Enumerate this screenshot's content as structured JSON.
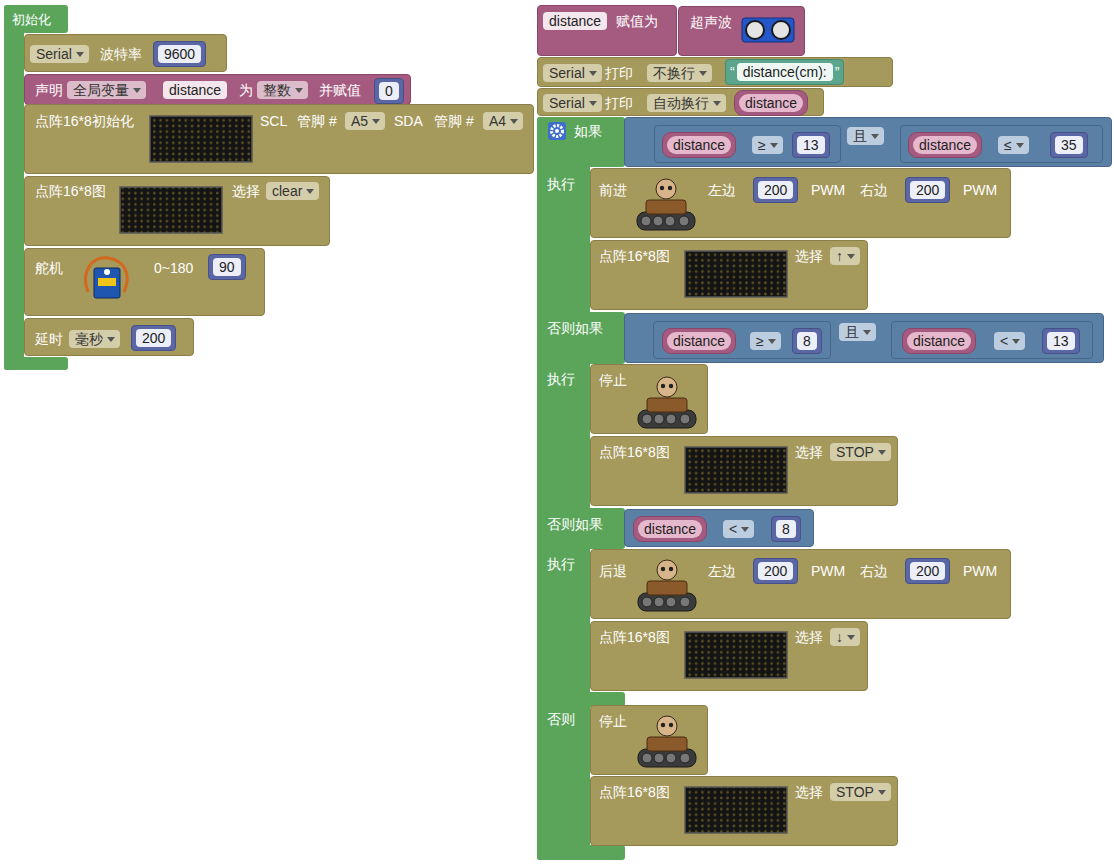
{
  "diagram": {
    "nodes": [
      {
        "text": [
          "初始化"
        ]
      },
      {
        "text": [
          "Serial",
          "波特率"
        ],
        "in": 0
      },
      {
        "text": [
          "9600"
        ],
        "in": 1
      },
      {
        "text": [
          "声明",
          "全局变量",
          "distance",
          "为",
          "整数",
          "并赋值"
        ],
        "in": 0
      },
      {
        "text": [
          "0"
        ],
        "in": 3
      },
      {
        "text": [
          "点阵16*8初始化",
          "SCL",
          "管脚 #",
          "A5",
          "SDA",
          "管脚 #",
          "A4"
        ],
        "in": 0
      },
      {
        "text": [
          "点阵16*8图",
          "选择",
          "clear"
        ],
        "in": 0
      },
      {
        "text": [
          "舵机",
          "0~180"
        ],
        "in": 0
      },
      {
        "text": [
          "90"
        ],
        "in": 7
      },
      {
        "text": [
          "延时",
          "毫秒"
        ],
        "in": 0
      },
      {
        "text": [
          "200"
        ],
        "in": 9
      },
      {
        "text": [
          "distance",
          "赋值为"
        ]
      },
      {
        "text": [
          "超声波"
        ],
        "in": 11
      },
      {
        "text": [
          "Serial",
          "打印",
          "不换行"
        ]
      },
      {
        "text": [
          "“",
          "distance(cm):",
          "”"
        ],
        "in": 13
      },
      {
        "text": [
          "Serial",
          "打印",
          "自动换行"
        ]
      },
      {
        "text": [
          "distance"
        ],
        "in": 15
      },
      {
        "text": [
          "如果",
          "执行",
          "否则如果",
          "执行",
          "否则如果",
          "执行",
          "否则"
        ]
      },
      {
        "text": [
          "且"
        ],
        "in": 17
      },
      {
        "text": [
          "≥"
        ],
        "in": 18
      },
      {
        "text": [
          "distance"
        ],
        "in": 19
      },
      {
        "text": [
          "13"
        ],
        "in": 19
      },
      {
        "text": [
          "≤"
        ],
        "in": 18
      },
      {
        "text": [
          "distance"
        ],
        "in": 22
      },
      {
        "text": [
          "35"
        ],
        "in": 22
      },
      {
        "text": [
          "前进",
          "左边",
          "PWM",
          "右边",
          "PWM"
        ],
        "in": 17
      },
      {
        "text": [
          "200"
        ],
        "in": 25
      },
      {
        "text": [
          "200"
        ],
        "in": 25
      },
      {
        "text": [
          "点阵16*8图",
          "选择",
          "↑"
        ],
        "in": 17
      },
      {
        "text": [
          "且"
        ],
        "in": 17
      },
      {
        "text": [
          "≥"
        ],
        "in": 29
      },
      {
        "text": [
          "distance"
        ],
        "in": 30
      },
      {
        "text": [
          "8"
        ],
        "in": 30
      },
      {
        "text": [
          "<"
        ],
        "in": 29
      },
      {
        "text": [
          "distance"
        ],
        "in": 33
      },
      {
        "text": [
          "13"
        ],
        "in": 33
      },
      {
        "text": [
          "停止"
        ],
        "in": 17
      },
      {
        "text": [
          "点阵16*8图",
          "选择",
          "STOP"
        ],
        "in": 17
      },
      {
        "text": [
          "<"
        ],
        "in": 17
      },
      {
        "text": [
          "distance"
        ],
        "in": 38
      },
      {
        "text": [
          "8"
        ],
        "in": 38
      },
      {
        "text": [
          "后退",
          "左边",
          "PWM",
          "右边",
          "PWM"
        ],
        "in": 17
      },
      {
        "text": [
          "200"
        ],
        "in": 41
      },
      {
        "text": [
          "200"
        ],
        "in": 41
      },
      {
        "text": [
          "点阵16*8图",
          "选择",
          "↓"
        ],
        "in": 17
      },
      {
        "text": [
          "停止"
        ],
        "in": 17
      },
      {
        "text": [
          "点阵16*8图",
          "选择",
          "STOP"
        ],
        "in": 17
      }
    ]
  }
}
